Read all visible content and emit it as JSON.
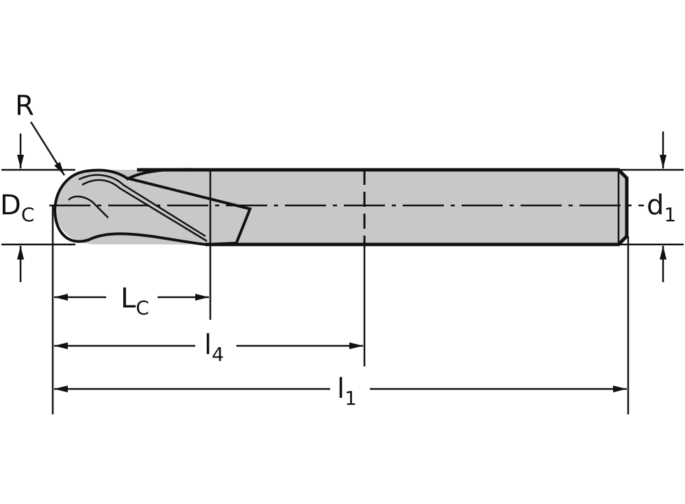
{
  "diagram": {
    "subject": "ball nose end mill",
    "colors": {
      "body_fill": "#c8c8c8",
      "stroke": "#111111",
      "background": "#ffffff"
    },
    "labels": {
      "R": {
        "main": "R",
        "sub": ""
      },
      "Dc": {
        "main": "D",
        "sub": "C"
      },
      "d1": {
        "main": "d",
        "sub": "1"
      },
      "Lc": {
        "main": "L",
        "sub": "C"
      },
      "l4": {
        "main": "l",
        "sub": "4"
      },
      "l1": {
        "main": "l",
        "sub": "1"
      }
    }
  }
}
